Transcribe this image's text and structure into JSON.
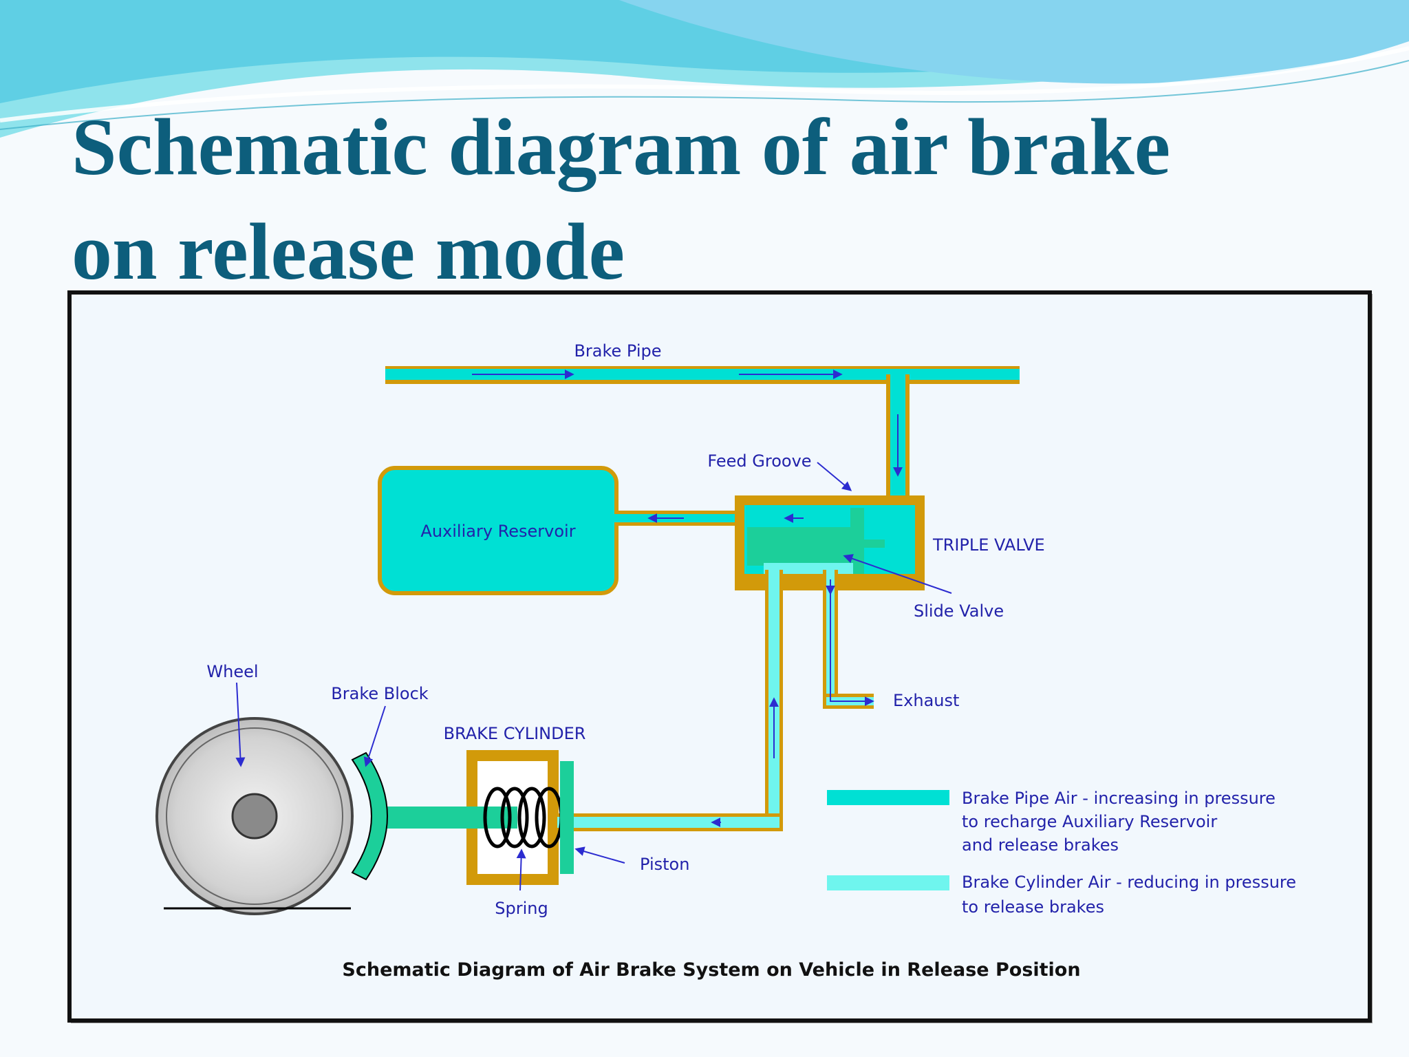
{
  "slide": {
    "title_lines": [
      "Schematic diagram of air brake",
      "on release mode"
    ]
  },
  "diagram": {
    "labels": {
      "brake_pipe": "Brake Pipe",
      "feed_groove": "Feed Groove",
      "auxiliary_reservoir": "Auxiliary Reservoir",
      "triple_valve": "TRIPLE VALVE",
      "slide_valve": "Slide Valve",
      "exhaust": "Exhaust",
      "wheel": "Wheel",
      "brake_block": "Brake Block",
      "brake_cylinder": "BRAKE CYLINDER",
      "piston": "Piston",
      "spring": "Spring"
    },
    "legend": [
      {
        "lines": [
          "Brake Pipe Air - increasing in pressure",
          "to recharge Auxiliary Reservoir",
          "and release brakes"
        ],
        "color": "#00e0d4"
      },
      {
        "lines": [
          "Brake Cylinder Air - reducing in pressure",
          "to release brakes"
        ],
        "color": "#6ff5ee"
      }
    ],
    "caption": "Schematic Diagram of Air Brake System on Vehicle in Release Position"
  },
  "colors": {
    "title": "#0d5e7c",
    "brake_pipe_air": "#00e0d4",
    "brake_cylinder_air": "#6ff5ee",
    "wall": "#d29a0a",
    "arrow": "#2c2cd0",
    "label": "#2222aa",
    "piston_green": "#1ccf9a"
  }
}
